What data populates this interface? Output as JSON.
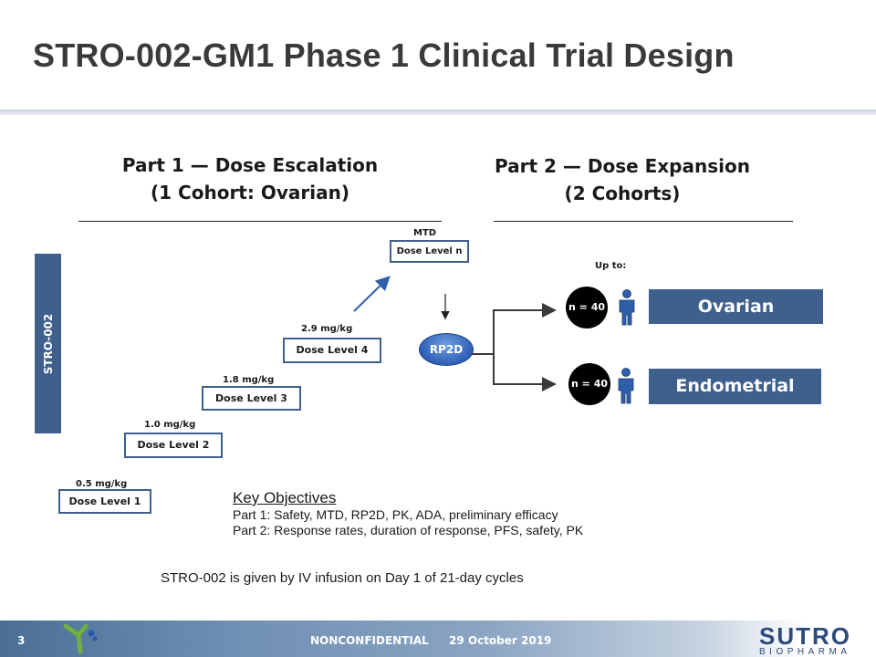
{
  "title": "STRO-002-GM1 Phase 1 Clinical Trial Design",
  "part1": {
    "line1": "Part 1 — Dose Escalation",
    "line2": "(1 Cohort: Ovarian)"
  },
  "part2": {
    "line1": "Part 2 — Dose Expansion",
    "line2": "(2 Cohorts)"
  },
  "drug_label": "STRO-002",
  "dose_levels": [
    {
      "label": "Dose Level 1",
      "dose": "0.5 mg/kg"
    },
    {
      "label": "Dose Level 2",
      "dose": "1.0 mg/kg"
    },
    {
      "label": "Dose Level 3",
      "dose": "1.8 mg/kg"
    },
    {
      "label": "Dose Level 4",
      "dose": "2.9 mg/kg"
    },
    {
      "label": "Dose Level n",
      "dose": "MTD"
    }
  ],
  "rp2d": "RP2D",
  "up_to": "Up to:",
  "cohorts": [
    {
      "n": "n = 40",
      "name": "Ovarian"
    },
    {
      "n": "n = 40",
      "name": "Endometrial"
    }
  ],
  "objectives": {
    "heading": "Key Objectives",
    "part1": "Part 1: Safety, MTD, RP2D, PK, ADA, preliminary efficacy",
    "part2": "Part 2: Response rates, duration of response, PFS, safety, PK"
  },
  "dosing_note": "STRO-002 is given by IV infusion on Day 1 of 21-day cycles",
  "footer": {
    "page_number": "3",
    "confidentiality": "NONCONFIDENTIAL",
    "date": "29 October 2019",
    "logo_top": "SUTRO",
    "logo_bottom": "BIOPHARMA"
  },
  "colors": {
    "primary_blue": "#3f5f8c",
    "rp2d_blue": "#2f5fb8",
    "arrow_blue": "#2f5fa8"
  }
}
